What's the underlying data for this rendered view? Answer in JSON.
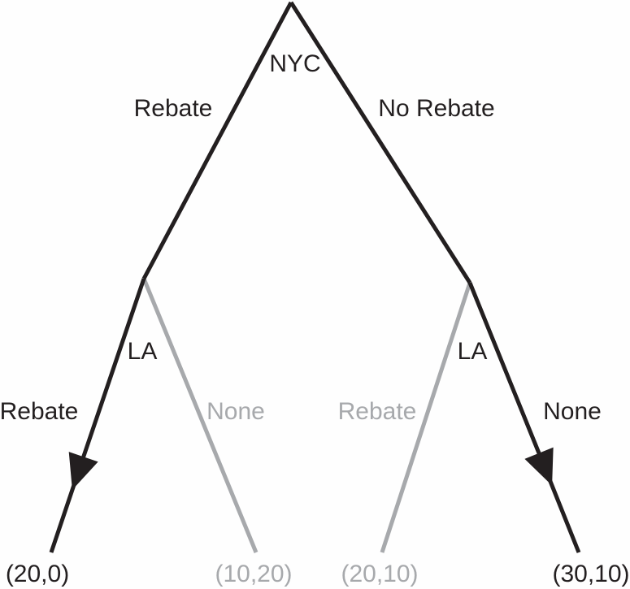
{
  "diagram_type": "extensive-form-game-tree",
  "colors": {
    "chosen-path": "#231f20",
    "unchosen-path": "#a7a9ac",
    "background": "#fefefe"
  },
  "icons": {
    "arrowhead": "filled-triangle-direction-of-play"
  },
  "root": {
    "label": "NYC"
  },
  "level1": {
    "left_branch_label": "Rebate",
    "right_branch_label": "No Rebate",
    "left_node_label": "LA",
    "right_node_label": "LA"
  },
  "level2": {
    "left_node": {
      "left_branch_label": "Rebate",
      "left_payoff": "(20,0)",
      "right_branch_label": "None",
      "right_payoff": "(10,20)"
    },
    "right_node": {
      "left_branch_label": "Rebate",
      "left_payoff": "(20,10)",
      "right_branch_label": "None",
      "right_payoff": "(30,10)"
    }
  }
}
